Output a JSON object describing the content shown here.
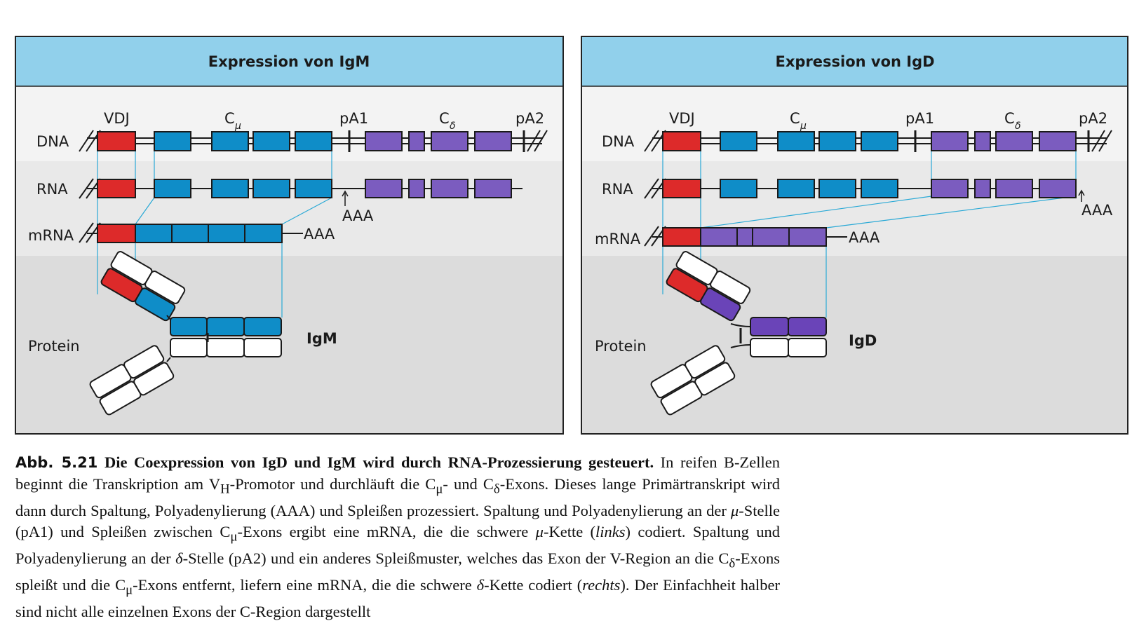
{
  "panels": [
    {
      "title": "Expression von IgM",
      "labels": {
        "vdj": "VDJ",
        "c_main": "C",
        "c_main_sub": "μ",
        "pa1": "pA1",
        "c_second": "C",
        "c_second_sub": "δ",
        "pa2": "pA2"
      },
      "rows": {
        "dna": "DNA",
        "rna": "RNA",
        "mrna": "mRNA",
        "protein": "Protein"
      },
      "poly_a": "AAA",
      "rna_poly_a": "AAA",
      "antibody": "IgM"
    },
    {
      "title": "Expression von IgD",
      "labels": {
        "vdj": "VDJ",
        "c_main": "C",
        "c_main_sub": "μ",
        "pa1": "pA1",
        "c_second": "C",
        "c_second_sub": "δ",
        "pa2": "pA2"
      },
      "rows": {
        "dna": "DNA",
        "rna": "RNA",
        "mrna": "mRNA",
        "protein": "Protein"
      },
      "poly_a": "AAA",
      "rna_poly_a": "AAA",
      "antibody": "IgD"
    }
  ],
  "colors": {
    "header": "#91d0eb",
    "band_light": "#f3f3f3",
    "band_mid": "#e9e9e9",
    "band_dark": "#dcdcdc",
    "v_exon": "#dd2a2a",
    "c_mu": "#0f8dc8",
    "c_delta": "#7b5cbf",
    "guide": "#29a9d6"
  },
  "caption": {
    "figure_number": "Abb. 5.21",
    "title": "Die Coexpression von IgD und IgM wird durch RNA-Prozessierung gesteuert.",
    "parts": {
      "a": " In reifen B-Zellen beginnt die Transkription am V",
      "a_sub": "H",
      "b": "-Promotor und durchläuft die C",
      "b_sub": "μ",
      "c": "- und C",
      "c_sub": "δ",
      "d": "-Exons. Dieses lange Primärtranskript wird dann durch Spaltung, Polyadenylierung (AAA) und Spleißen prozessiert. Spaltung und Polyadenylierung an der ",
      "mu": "μ",
      "e": "-Stelle (pA1) und Spleißen zwischen C",
      "e_sub": "μ",
      "f": "-Exons ergibt eine mRNA, die die schwere ",
      "mu2": "μ",
      "g": "-Kette (",
      "links": "links",
      "h": ") codiert. Spaltung und Polyadenylierung an der ",
      "delta": "δ",
      "i": "-Stelle (pA2) und ein anderes Spleißmuster, welches das Exon der V-Region an die C",
      "i_sub": "δ",
      "j": "-Exons spleißt und die C",
      "j_sub": "μ",
      "k": "-Exons entfernt, liefern eine mRNA, die die schwere ",
      "delta2": "δ",
      "l": "-Kette codiert (",
      "rechts": "rechts",
      "m": "). Der Einfachheit halber sind nicht alle einzelnen Exons der C-Region dargestellt"
    }
  }
}
